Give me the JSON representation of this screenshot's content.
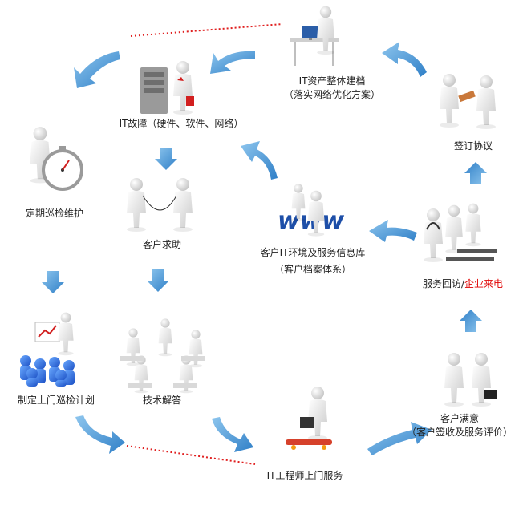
{
  "nodes": {
    "asset_file": {
      "line1": "IT资产整体建档",
      "line2": "（落实网络优化方案）"
    },
    "fault": {
      "line1": "IT故障（硬件、软件、网络）"
    },
    "maintenance": {
      "line1": "定期巡检维护"
    },
    "help": {
      "line1": "客户求助"
    },
    "plan": {
      "line1": "制定上门巡检计划"
    },
    "tech": {
      "line1": "技术解答"
    },
    "onsite": {
      "line1": "IT工程师上门服务"
    },
    "satisfy": {
      "line1": "客户满意",
      "line2": "（客户签收及服务评价）"
    },
    "callback": {
      "line1_prefix": "服务回访/",
      "line1_red": "企业来电"
    },
    "info_db": {
      "line1": "客户IT环境及服务信息库",
      "line2": "（客户档案体系）"
    },
    "agreement": {
      "line1": "签订协议"
    }
  },
  "web_icon_text": "www",
  "colors": {
    "arrow": "#3d8fd6",
    "arrow_light": "#7fbbe9",
    "dotted": "#e02020",
    "figure": "#e6e6e6",
    "figure_shade": "#b9b9b9",
    "accent_red": "#e00000"
  }
}
